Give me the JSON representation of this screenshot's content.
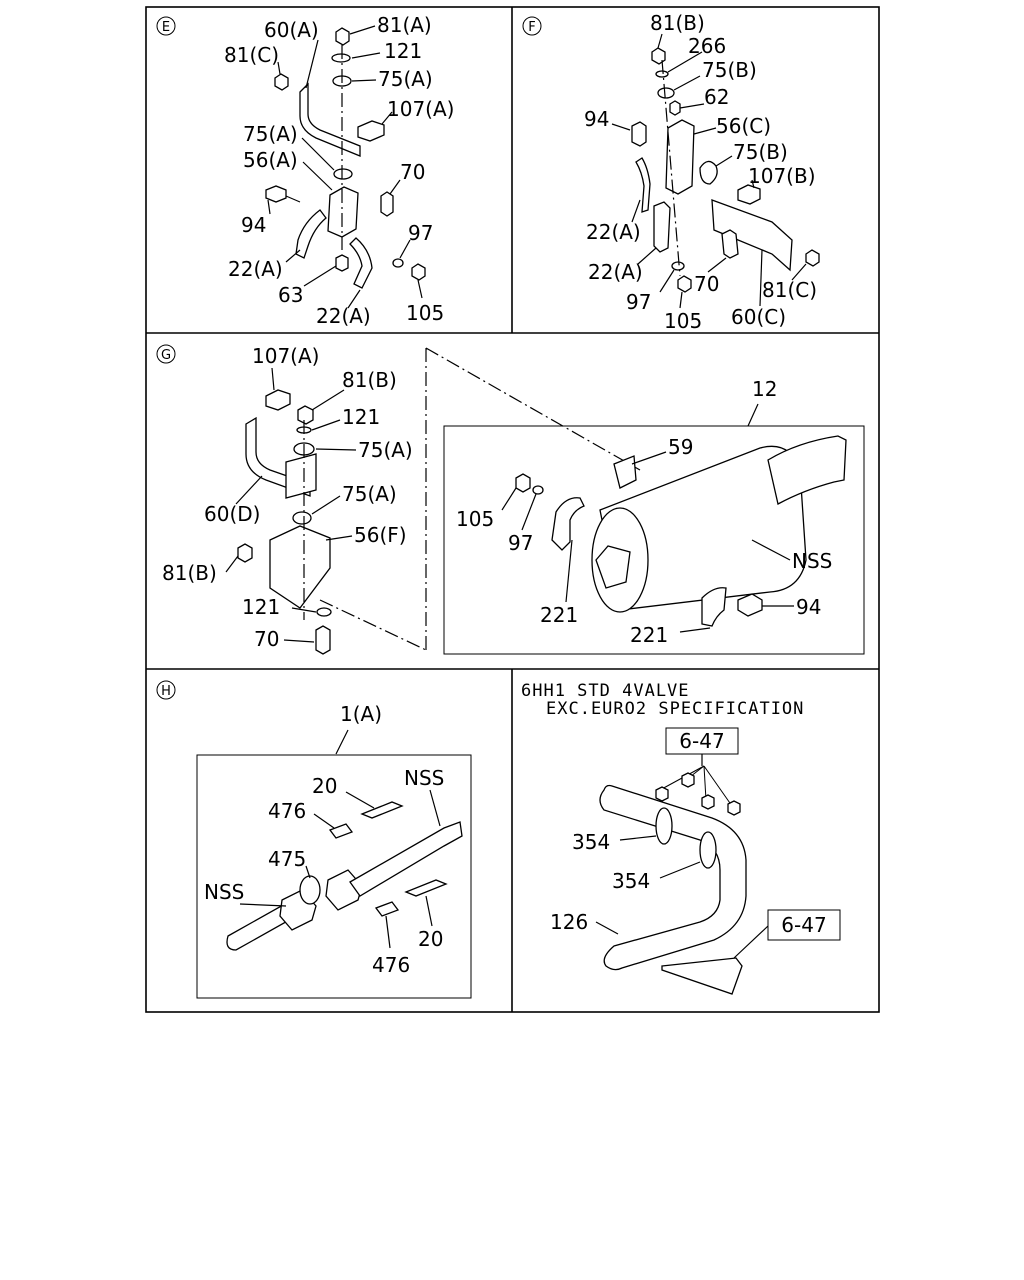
{
  "panels": {
    "E": {
      "letter": "E",
      "labels": [
        "60(A)",
        "81(A)",
        "121",
        "81(C)",
        "75(A)",
        "107(A)",
        "75(A)",
        "56(A)",
        "70",
        "94",
        "97",
        "22(A)",
        "63",
        "22(A)",
        "105"
      ]
    },
    "F": {
      "letter": "F",
      "labels": [
        "81(B)",
        "266",
        "75(B)",
        "62",
        "94",
        "56(C)",
        "75(B)",
        "107(B)",
        "22(A)",
        "22(A)",
        "97",
        "70",
        "81(C)",
        "105",
        "60(C)"
      ]
    },
    "G": {
      "letter": "G",
      "labels": [
        "107(A)",
        "81(B)",
        "121",
        "75(A)",
        "75(A)",
        "60(D)",
        "56(F)",
        "81(B)",
        "121",
        "70",
        "12",
        "59",
        "105",
        "97",
        "NSS",
        "221",
        "94",
        "221"
      ]
    },
    "H": {
      "letter": "H",
      "labels": [
        "1(A)",
        "20",
        "NSS",
        "476",
        "475",
        "NSS",
        "476",
        "20"
      ]
    },
    "I": {
      "spec_line1": "6HH1 STD 4VALVE",
      "spec_line2": "EXC.EURO2 SPECIFICATION",
      "ref_top": "6-47",
      "ref_bottom": "6-47",
      "labels": [
        "354",
        "354",
        "126"
      ]
    }
  }
}
